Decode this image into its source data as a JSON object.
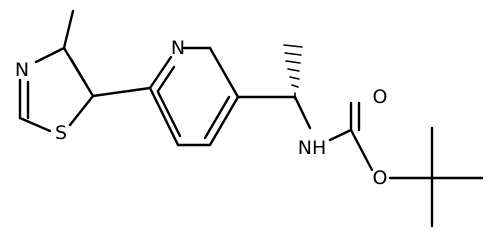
{
  "molecule": {
    "atoms": {
      "n_thiazole": "N",
      "s_thiazole": "S",
      "n_pyridine": "N",
      "nh_carbamate": "NH",
      "o_carbonyl": "O",
      "o_ester": "O"
    },
    "stereo": "wedge-hashed"
  },
  "colors": {
    "bond": "#000000",
    "text": "#000000",
    "background": "#ffffff"
  }
}
